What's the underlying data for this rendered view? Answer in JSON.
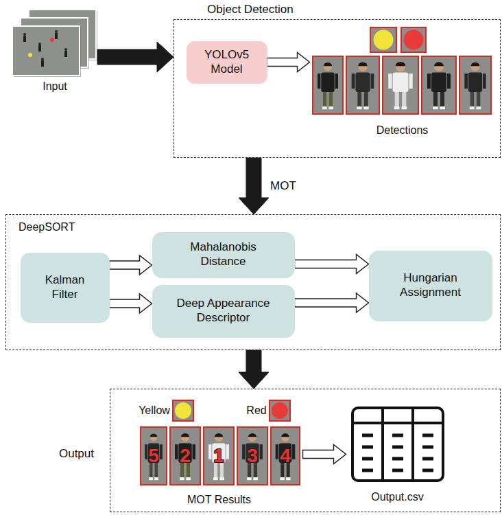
{
  "diagram": {
    "nodes": [
      {
        "text": [
          "Object Detection"
        ]
      },
      {
        "text": [
          "Input"
        ]
      },
      {
        "text": [
          "YOLOv5 Model"
        ],
        "in": 0
      },
      {
        "text": [
          "Detections"
        ],
        "in": 0
      },
      {
        "text": [
          "DeepSORT"
        ]
      },
      {
        "text": [
          "Kalman Filter"
        ],
        "in": 4
      },
      {
        "text": [
          "Mahalanobis Distance"
        ],
        "in": 4
      },
      {
        "text": [
          "Deep Appearance Descriptor"
        ],
        "in": 4
      },
      {
        "text": [
          "Hungarian Assignment"
        ],
        "in": 4
      },
      {
        "text": [
          "Output"
        ]
      },
      {
        "text": [
          "MOT Results"
        ],
        "in": 9
      },
      {
        "text": [
          "Output.csv"
        ],
        "in": 9
      }
    ],
    "edges": [
      {
        "from": 1,
        "to": 0,
        "arrow": "to"
      },
      {
        "from": 2,
        "to": 3,
        "arrow": "to"
      },
      {
        "from": 0,
        "to": 4,
        "label": "MOT",
        "arrow": "to"
      },
      {
        "from": 5,
        "to": 6,
        "arrow": "to"
      },
      {
        "from": 5,
        "to": 7,
        "arrow": "to"
      },
      {
        "from": 6,
        "to": 8,
        "arrow": "to"
      },
      {
        "from": 7,
        "to": 8,
        "arrow": "to"
      },
      {
        "from": 4,
        "to": 9,
        "arrow": "to"
      },
      {
        "from": 10,
        "to": 11,
        "arrow": "to"
      }
    ],
    "labels": [
      "Yellow",
      "Red",
      "5",
      "2",
      "1",
      "3",
      "4"
    ]
  }
}
